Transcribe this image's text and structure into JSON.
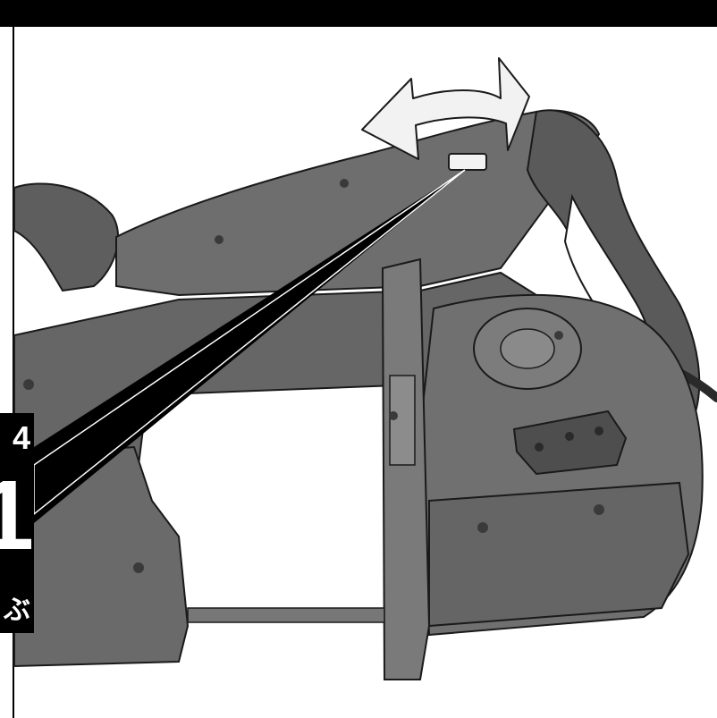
{
  "figure": {
    "callout": {
      "top_text": "4",
      "main_text": "1",
      "bottom_text": "ぶ"
    },
    "colors": {
      "body": "#6b6b6b",
      "body_light": "#8a8a8a",
      "body_dark": "#4a4a4a",
      "outline": "#1a1a1a",
      "arrow_fill": "#f2f2f2",
      "top_bar": "#000000",
      "background": "#ffffff"
    },
    "icons": [
      "double-headed-curved-arrow",
      "switch-lever",
      "leader-line"
    ]
  }
}
